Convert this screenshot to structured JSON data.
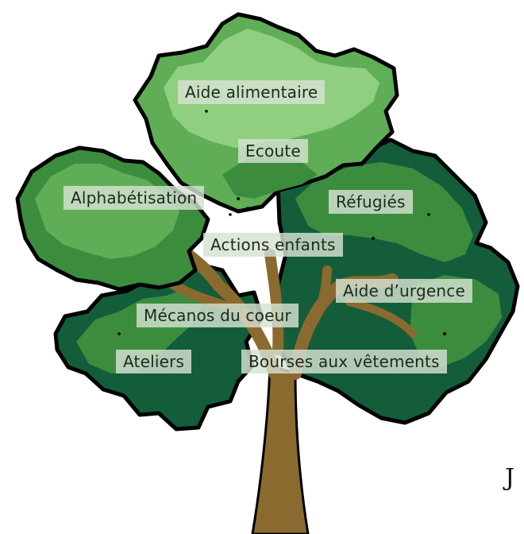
{
  "labels": {
    "aide_alimentaire": "Aide alimentaire",
    "ecoute": "Ecoute",
    "alphabetisation": "Alphabétisation",
    "refugies": "Réfugiés",
    "actions_enfants": "Actions enfants",
    "aide_urgence": "Aide d’urgence",
    "mecanos": "Mécanos du coeur",
    "ateliers": "Ateliers",
    "bourses": "Bourses aux vêtements"
  },
  "edge_text": "J",
  "colors": {
    "light_green": "#5fae57",
    "mid_green": "#3b8d3d",
    "dark_green": "#145d3a",
    "trunk": "#8b6a2f",
    "outline": "#000000",
    "label_bg": "#d6e2d2"
  },
  "icons": [
    "tree-illustration"
  ]
}
